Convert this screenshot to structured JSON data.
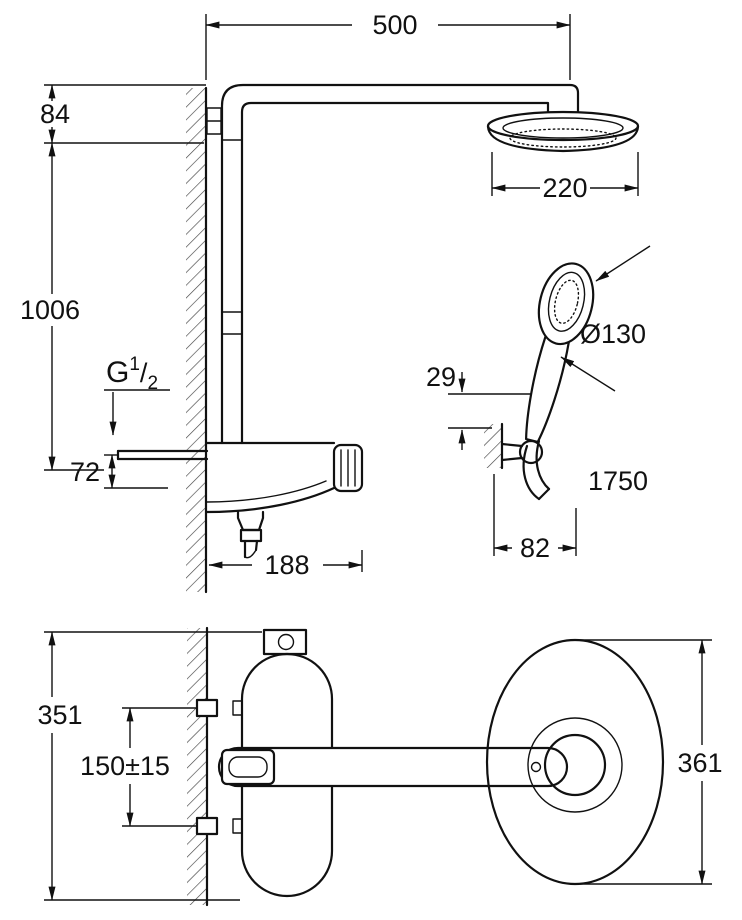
{
  "drawing": {
    "ink_color": "#111111",
    "background_color": "#ffffff",
    "type": "shower-system-installation-drawing"
  },
  "dims": {
    "top_reach": "500",
    "arm_drop": "84",
    "column_height": "1006",
    "head_width": "220",
    "hand_shower_diameter": "Ø130",
    "holder_offset": "29",
    "hose_length": "1750",
    "holder_depth": "82",
    "thread_g": "G",
    "thread_num": "1",
    "thread_slash": "/",
    "thread_den": "2",
    "inlet_offset": "72",
    "valve_depth": "188",
    "valve_width": "351",
    "inlet_spacing": "150±15",
    "head_plan_width": "361"
  }
}
